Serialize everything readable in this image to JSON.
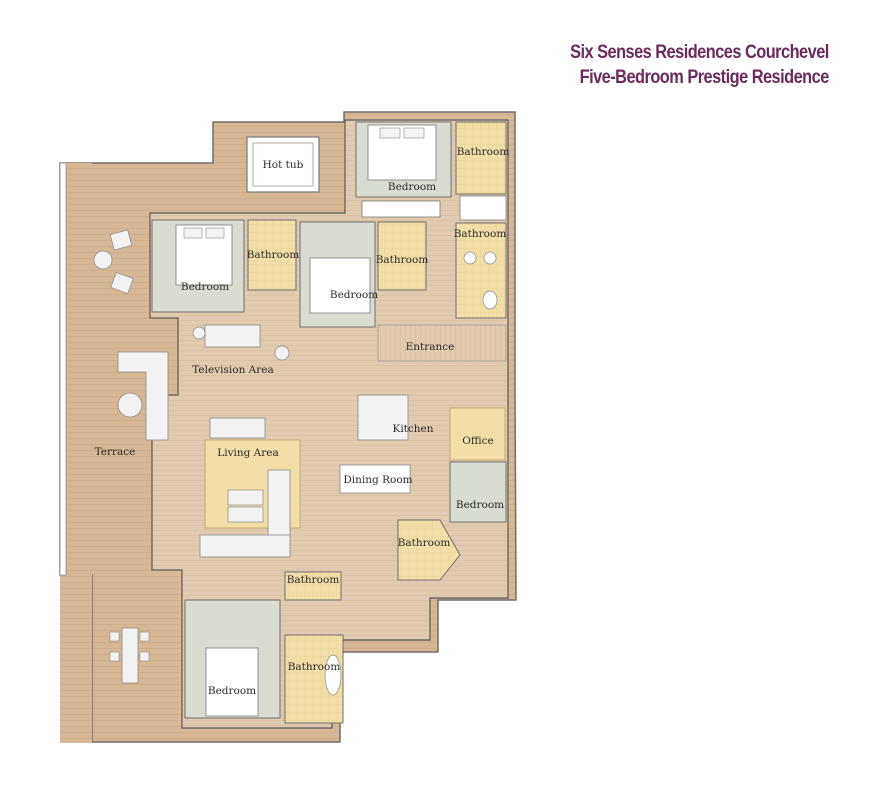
{
  "header": {
    "title_line1": "Six Senses Residences Courchevel",
    "title_line2": "Five-Bedroom Prestige Residence"
  },
  "colors": {
    "title": "#6b2a5a",
    "deck": "#d6b895",
    "floor": "#e0cab0",
    "bath_tile": "#f1dfa7",
    "rug": "#d9dcd0",
    "wall": "#ffffff",
    "outline": "#6e6e6e"
  },
  "rooms": {
    "hot_tub": "Hot tub",
    "bedroom_top_right": "Bedroom",
    "bathroom_top_right": "Bathroom",
    "bathroom_right": "Bathroom",
    "bathroom_left": "Bathroom",
    "bedroom_left": "Bedroom",
    "bathroom_center": "Bathroom",
    "bedroom_center": "Bedroom",
    "entrance": "Entrance",
    "television_area": "Television Area",
    "kitchen": "Kitchen",
    "office": "Office",
    "terrace": "Terrace",
    "living_area": "Living Area",
    "dining_room": "Dining Room",
    "bedroom_right": "Bedroom",
    "bathroom_lower_right": "Bathroom",
    "bathroom_lower_center": "Bathroom",
    "bathroom_lower_left": "Bathroom",
    "bedroom_bottom": "Bedroom"
  }
}
